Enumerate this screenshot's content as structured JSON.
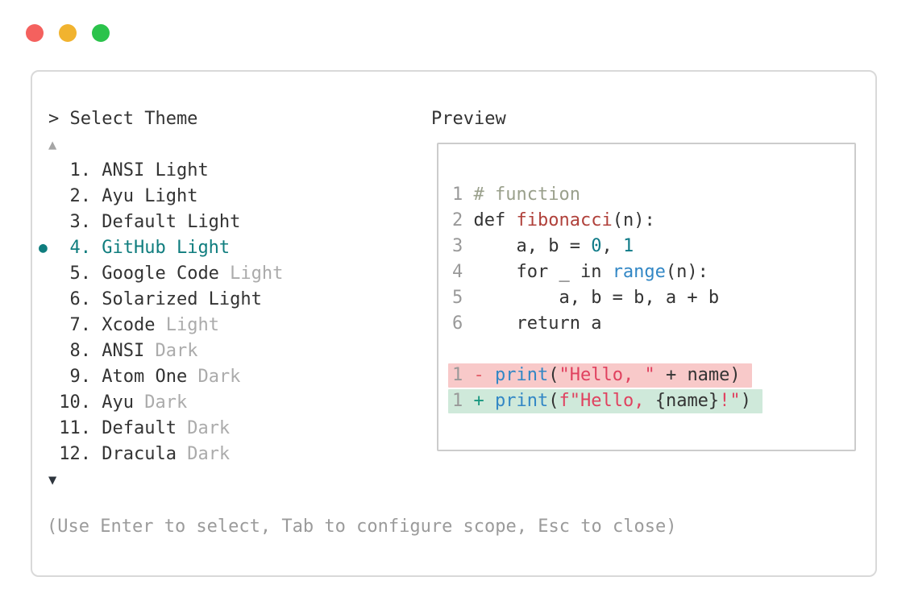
{
  "colors": {
    "plain": "#333333",
    "muted": "#ababab",
    "muted_arrow": "#a5a5a5",
    "dark_arrow": "#2e353d",
    "help": "#9b9b9b",
    "teal": "#0f7d7e",
    "border_outer": "#d9d9d9",
    "border_inner": "#cccccc",
    "comment": "#9aa08c",
    "func": "#b0413b",
    "num": "#0e7a87",
    "call": "#3287c5",
    "str": "#e0415f",
    "minus": "#e25b66",
    "plus": "#18977f",
    "ln": "#999999",
    "removed_bg": "#f8c9c9",
    "added_bg": "#cfe9da",
    "traffic_red": "#f4615e",
    "traffic_yellow": "#f1b32f",
    "traffic_green": "#2bc34b"
  },
  "left_panel": {
    "title": "> Select Theme",
    "up_arrow": "▲",
    "down_arrow": "▼",
    "bullet": "●",
    "help": "(Use Enter to select, Tab to configure scope, Esc to close)",
    "items": [
      {
        "num": "1",
        "name": "ANSI Light",
        "suffix": "",
        "selected": false
      },
      {
        "num": "2",
        "name": "Ayu Light",
        "suffix": "",
        "selected": false
      },
      {
        "num": "3",
        "name": "Default Light",
        "suffix": "",
        "selected": false
      },
      {
        "num": "4",
        "name": "GitHub Light",
        "suffix": "",
        "selected": true
      },
      {
        "num": "5",
        "name": "Google Code",
        "suffix": " Light",
        "selected": false
      },
      {
        "num": "6",
        "name": "Solarized Light",
        "suffix": "",
        "selected": false
      },
      {
        "num": "7",
        "name": "Xcode",
        "suffix": " Light",
        "selected": false
      },
      {
        "num": "8",
        "name": "ANSI",
        "suffix": " Dark",
        "selected": false
      },
      {
        "num": "9",
        "name": "Atom One",
        "suffix": " Dark",
        "selected": false
      },
      {
        "num": "10",
        "name": "Ayu",
        "suffix": " Dark",
        "selected": false
      },
      {
        "num": "11",
        "name": "Default",
        "suffix": " Dark",
        "selected": false
      },
      {
        "num": "12",
        "name": "Dracula",
        "suffix": " Dark",
        "selected": false
      }
    ]
  },
  "preview": {
    "title": "Preview",
    "code": {
      "lines": [
        {
          "n": "1",
          "segs": [
            [
              "comment",
              " # function"
            ]
          ]
        },
        {
          "n": "2",
          "segs": [
            [
              "plain",
              " def "
            ],
            [
              "func",
              "fibonacci"
            ],
            [
              "plain",
              "(n):"
            ]
          ]
        },
        {
          "n": "3",
          "segs": [
            [
              "plain",
              "     a, b = "
            ],
            [
              "num",
              "0"
            ],
            [
              "plain",
              ", "
            ],
            [
              "num",
              "1"
            ]
          ]
        },
        {
          "n": "4",
          "segs": [
            [
              "plain",
              "     for _ in "
            ],
            [
              "call",
              "range"
            ],
            [
              "plain",
              "(n):"
            ]
          ]
        },
        {
          "n": "5",
          "segs": [
            [
              "plain",
              "         a, b = b, a + b"
            ]
          ]
        },
        {
          "n": "6",
          "segs": [
            [
              "plain",
              "     return a"
            ]
          ]
        },
        {
          "n": "",
          "segs": []
        },
        {
          "n": "1",
          "bg": "removed",
          "segs": [
            [
              "minus",
              " - "
            ],
            [
              "call",
              "print"
            ],
            [
              "plain",
              "("
            ],
            [
              "str",
              "\"Hello, \""
            ],
            [
              "plain",
              " + name)"
            ]
          ]
        },
        {
          "n": "1",
          "bg": "added",
          "segs": [
            [
              "plus",
              " + "
            ],
            [
              "call",
              "print"
            ],
            [
              "plain",
              "("
            ],
            [
              "str",
              "f\"Hello, "
            ],
            [
              "plain",
              "{name}"
            ],
            [
              "str",
              "!\""
            ],
            [
              "plain",
              ")"
            ]
          ]
        }
      ]
    }
  }
}
